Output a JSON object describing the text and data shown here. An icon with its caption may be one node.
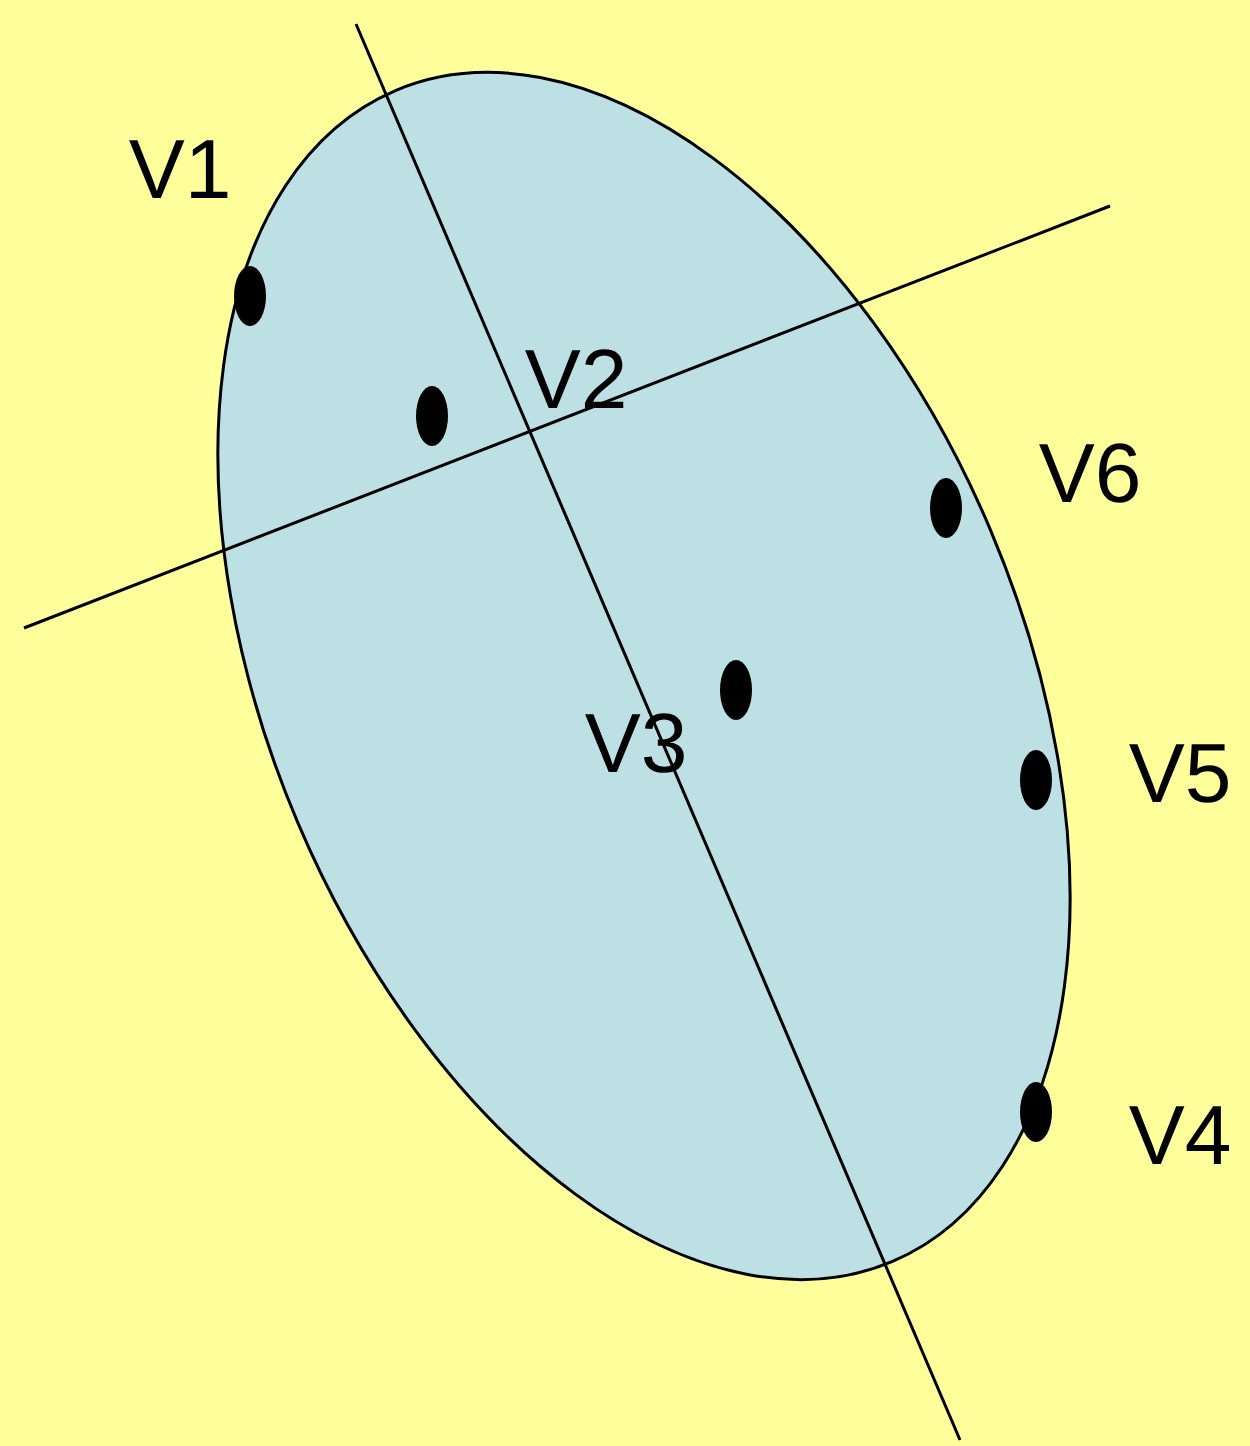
{
  "diagram": {
    "labels": [
      "V1",
      "V2",
      "V6",
      "V3",
      "V5",
      "V4"
    ]
  }
}
